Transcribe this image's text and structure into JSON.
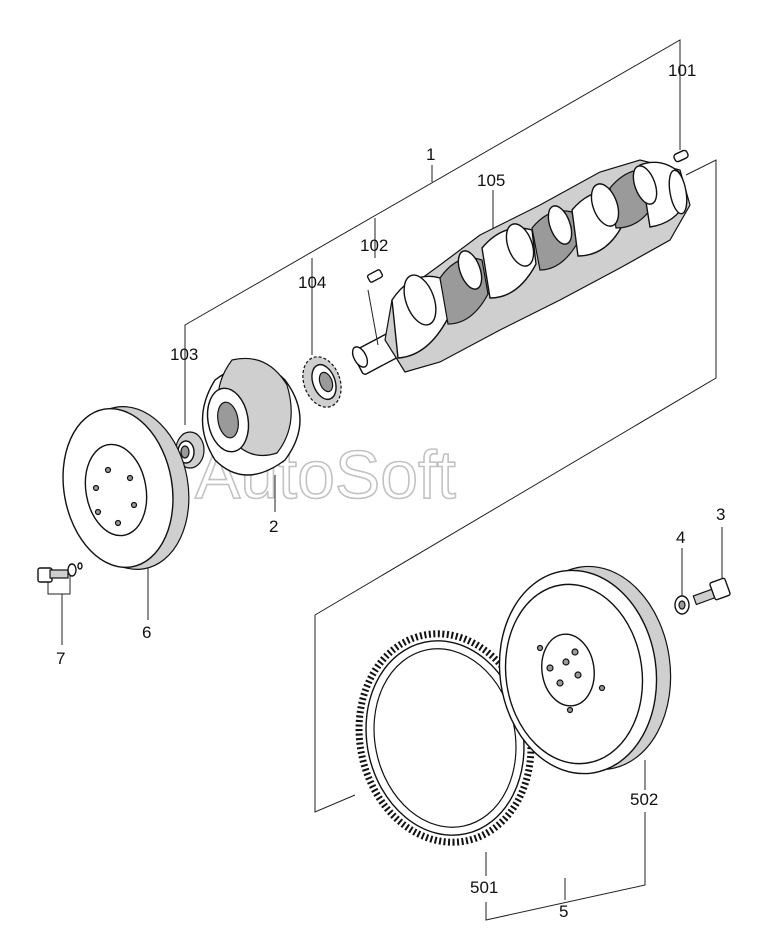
{
  "labels": {
    "l1": "1",
    "l2": "2",
    "l3": "3",
    "l4": "4",
    "l5": "5",
    "l6": "6",
    "l7": "7",
    "l101": "101",
    "l102": "102",
    "l103": "103",
    "l104": "104",
    "l105": "105",
    "l501": "501",
    "l502": "502"
  },
  "watermark": "AutoSoft"
}
